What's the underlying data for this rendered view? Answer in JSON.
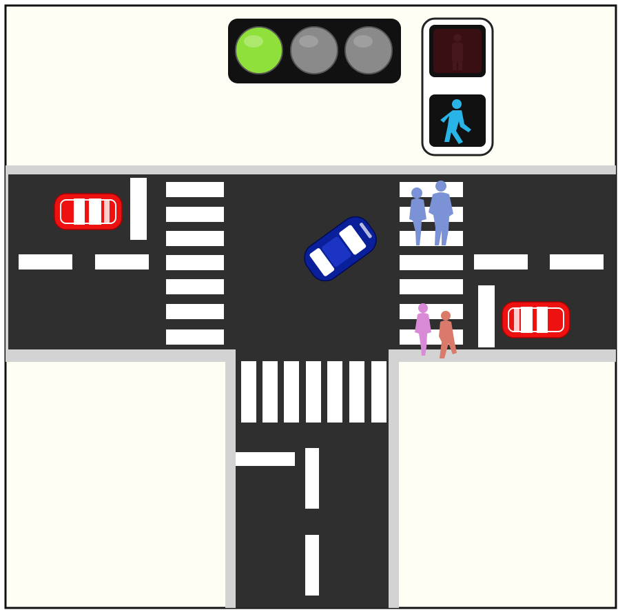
{
  "scene": {
    "background_color": "#fefef4",
    "road_color": "#2f2f2f",
    "curb_color": "#d3d3d3",
    "marking_color": "#ffffff"
  },
  "traffic_light": {
    "lamps": [
      {
        "name": "green-lamp-icon",
        "state": "on",
        "color": "#8fe03a"
      },
      {
        "name": "yellow-lamp-icon",
        "state": "off",
        "color": "#8a8a8a"
      },
      {
        "name": "red-lamp-icon",
        "state": "off",
        "color": "#8a8a8a"
      }
    ]
  },
  "pedestrian_signal": {
    "stop_lamp": {
      "state": "off",
      "color": "#3a0f14"
    },
    "walk_lamp": {
      "state": "on",
      "color": "#29b4e8"
    }
  },
  "vehicles": [
    {
      "name": "red-car-left-icon",
      "color": "#ee1111"
    },
    {
      "name": "blue-car-turning-icon",
      "color": "#0a1f9a"
    },
    {
      "name": "red-car-right-icon",
      "color": "#ee1111"
    }
  ],
  "pedestrians": [
    {
      "name": "pedestrian-blue-1-icon",
      "color": "#7b93d6"
    },
    {
      "name": "pedestrian-blue-2-icon",
      "color": "#7b93d6"
    },
    {
      "name": "pedestrian-pink-icon",
      "color": "#d98ad6"
    },
    {
      "name": "pedestrian-salmon-icon",
      "color": "#d97a6a"
    }
  ]
}
